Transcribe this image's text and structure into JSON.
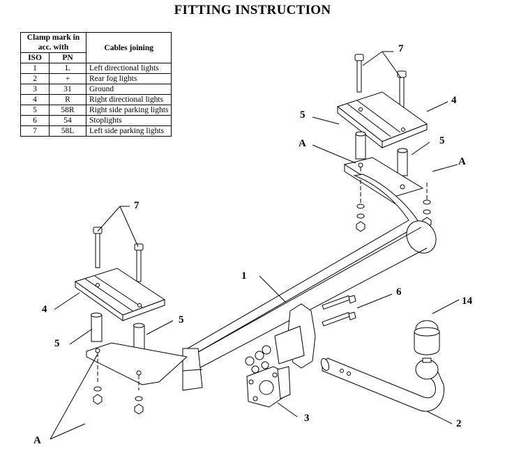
{
  "title": "FITTING INSTRUCTION",
  "table": {
    "header_clamp": "Clamp mark in acc. with",
    "header_cables": "Cables joining",
    "sub_iso": "ISO",
    "sub_pn": "PN",
    "rows": [
      {
        "iso": "1",
        "pn": "L",
        "desc": "Left directional lights"
      },
      {
        "iso": "2",
        "pn": "+",
        "desc": "Rear fog lights"
      },
      {
        "iso": "3",
        "pn": "31",
        "desc": "Ground"
      },
      {
        "iso": "4",
        "pn": "R",
        "desc": "Right directional lights"
      },
      {
        "iso": "5",
        "pn": "58R",
        "desc": "Right side parking lights"
      },
      {
        "iso": "6",
        "pn": "54",
        "desc": "Stoplights"
      },
      {
        "iso": "7",
        "pn": "58L",
        "desc": "Left side parking lights"
      }
    ]
  },
  "callouts": {
    "c7_top": "7",
    "c4_top": "4",
    "c5_top_left": "5",
    "c5_top_right": "5",
    "a_top_left": "A",
    "a_top_right": "A",
    "c7_left": "7",
    "c4_left": "4",
    "c5_left": "5",
    "c5_left_right": "5",
    "c1": "1",
    "c6": "6",
    "c14": "14",
    "c3": "3",
    "c2": "2",
    "a_bottom": "A"
  }
}
